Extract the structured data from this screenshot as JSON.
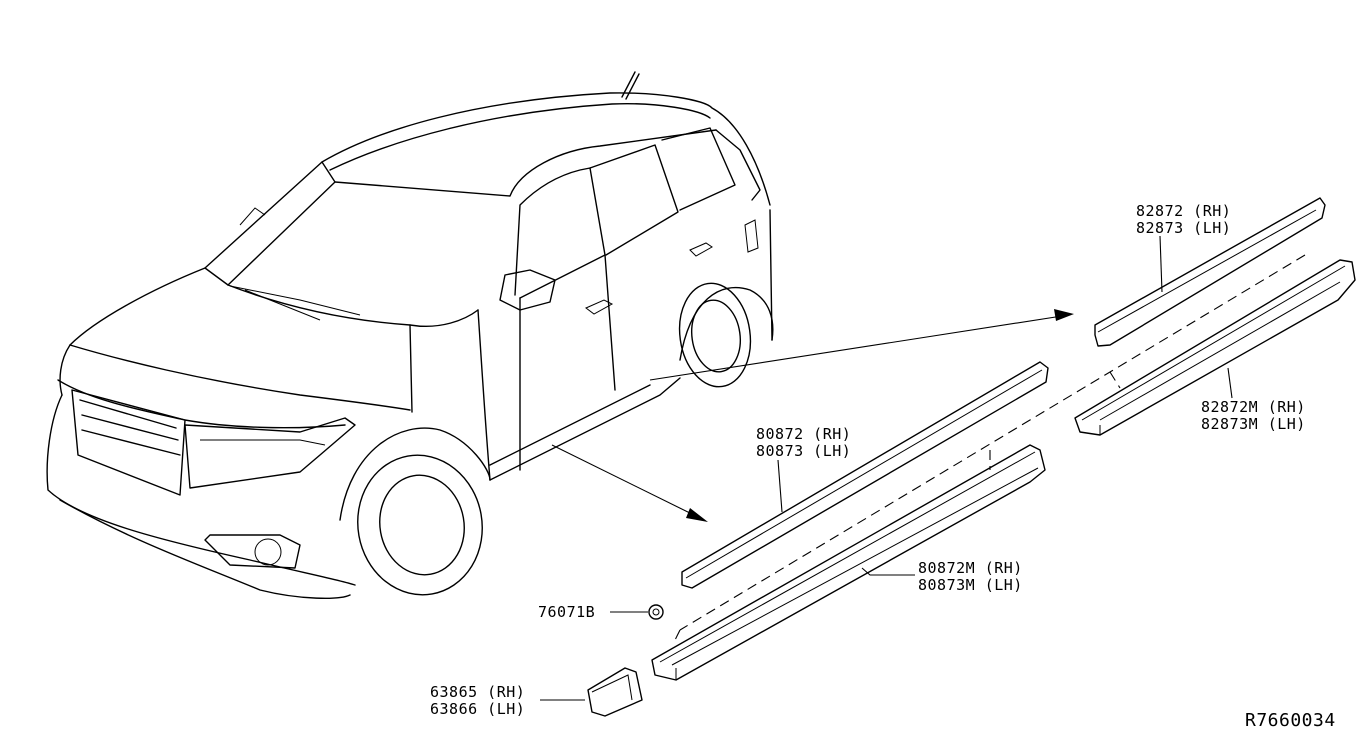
{
  "callouts": [
    {
      "id": "rear-upper-molding",
      "lines": [
        "82872 (RH)",
        "82873 (LH)"
      ]
    },
    {
      "id": "rear-lower-molding",
      "lines": [
        "82872M (RH)",
        "82873M (LH)"
      ]
    },
    {
      "id": "front-upper-molding",
      "lines": [
        "80872 (RH)",
        "80873 (LH)"
      ]
    },
    {
      "id": "front-lower-molding",
      "lines": [
        "80872M (RH)",
        "80873M (LH)"
      ]
    },
    {
      "id": "clip",
      "lines": [
        "76071B"
      ]
    },
    {
      "id": "end-cover",
      "lines": [
        "63865 (RH)",
        "63866 (LH)"
      ]
    }
  ],
  "reference": "R7660034"
}
